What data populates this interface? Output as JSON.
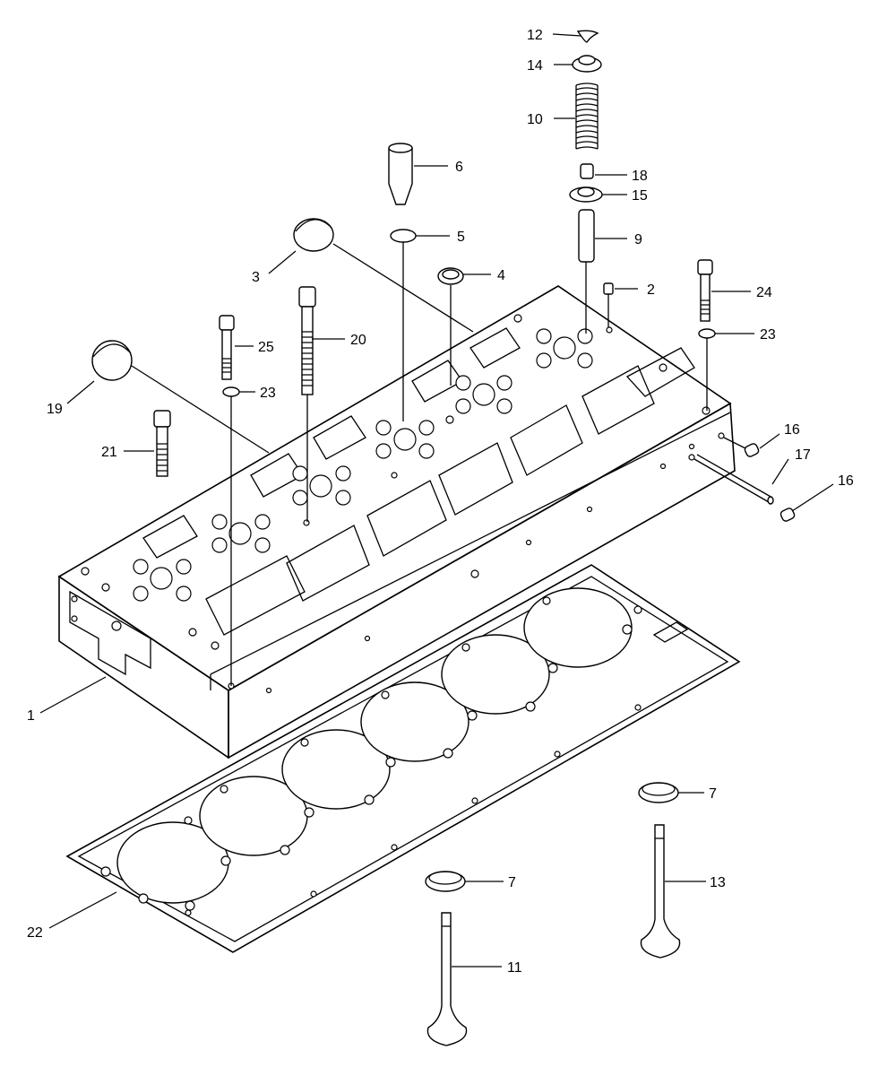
{
  "labels": {
    "l1": "1",
    "l2": "2",
    "l3": "3",
    "l4": "4",
    "l5": "5",
    "l6": "6",
    "l7a": "7",
    "l7b": "7",
    "l9": "9",
    "l10": "10",
    "l11": "11",
    "l12": "12",
    "l13": "13",
    "l14": "14",
    "l15": "15",
    "l16a": "16",
    "l16b": "16",
    "l17": "17",
    "l18": "18",
    "l19": "19",
    "l20": "20",
    "l21": "21",
    "l22": "22",
    "l23a": "23",
    "l23b": "23",
    "l24": "24",
    "l25": "25"
  }
}
